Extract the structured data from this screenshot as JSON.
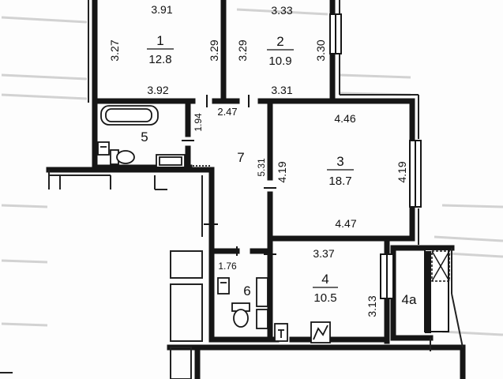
{
  "rooms": {
    "r1": {
      "number": "1",
      "area": "12.8",
      "dims": {
        "top": "3.91",
        "left": "3.27",
        "right": "3.29",
        "bottom": "3.92"
      }
    },
    "r2": {
      "number": "2",
      "area": "10.9",
      "dims": {
        "top": "3.33",
        "left": "3.29",
        "right": "3.30",
        "bottom": "3.31"
      }
    },
    "r3": {
      "number": "3",
      "area": "18.7",
      "dims": {
        "top": "4.46",
        "left": "4.19",
        "right": "4.19",
        "bottom": "4.47"
      }
    },
    "r4": {
      "number": "4",
      "area": "10.5",
      "dims": {
        "top": "3.37",
        "right": "3.13"
      }
    },
    "r4a": {
      "number": "4a"
    },
    "r5": {
      "number": "5",
      "dims": {
        "right": "1.94"
      }
    },
    "r6": {
      "number": "6",
      "dims": {
        "top": "1.76"
      }
    },
    "r7": {
      "number": "7",
      "dims": {
        "top": "2.47",
        "right": "5.31"
      }
    }
  },
  "colors": {
    "wall": "#161616",
    "line": "#222222",
    "background": "#ffffff",
    "light_wall": "#c9c9c9"
  },
  "icons": [
    "bathtub-icon",
    "sink-icon",
    "toilet-icon",
    "washer-icon",
    "stove-icon",
    "water-heater-icon",
    "radiator-icon"
  ]
}
